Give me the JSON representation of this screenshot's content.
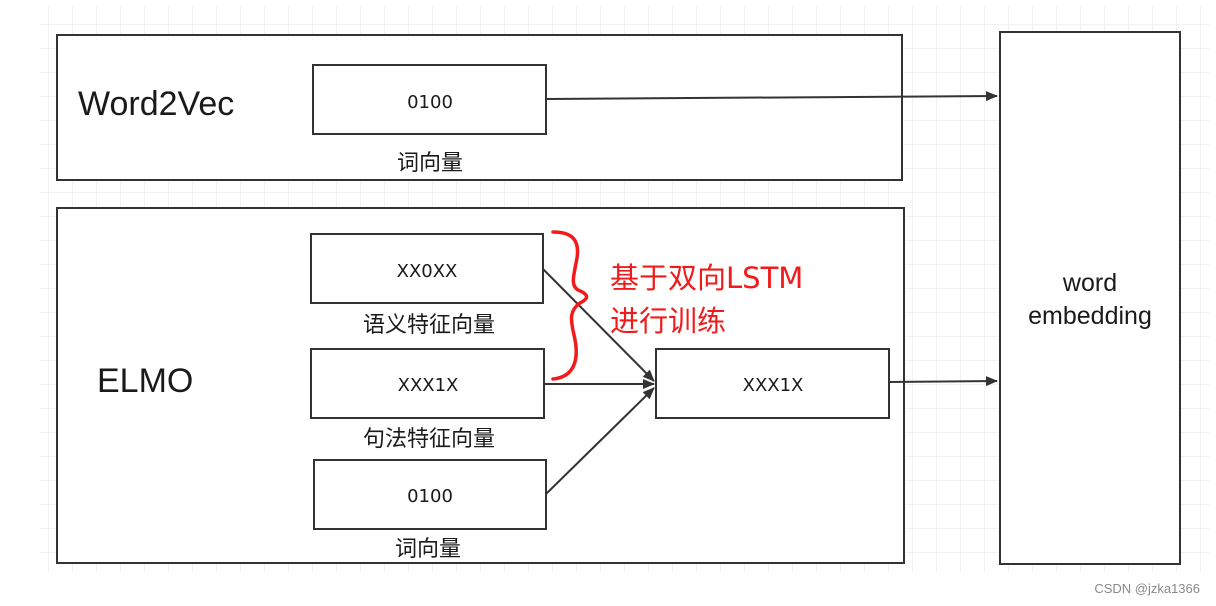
{
  "word2vec": {
    "title": "Word2Vec",
    "vector_value": "0100",
    "vector_caption": "词向量"
  },
  "elmo": {
    "title": "ELMO",
    "semantic_value": "XX0XX",
    "semantic_caption": "语义特征向量",
    "syntax_value": "XXX1X",
    "syntax_caption": "句法特征向量",
    "word_value": "0100",
    "word_caption": "词向量",
    "output_value": "XXX1X"
  },
  "annotation": {
    "line1": "基于双向LSTM",
    "line2": "进行训练"
  },
  "embedding": {
    "line1": "word",
    "line2": "embedding"
  },
  "watermark": "CSDN @jzka1366",
  "colors": {
    "grid": "#e6e6e6",
    "stroke": "#333333",
    "annotation": "#f21b1b"
  }
}
